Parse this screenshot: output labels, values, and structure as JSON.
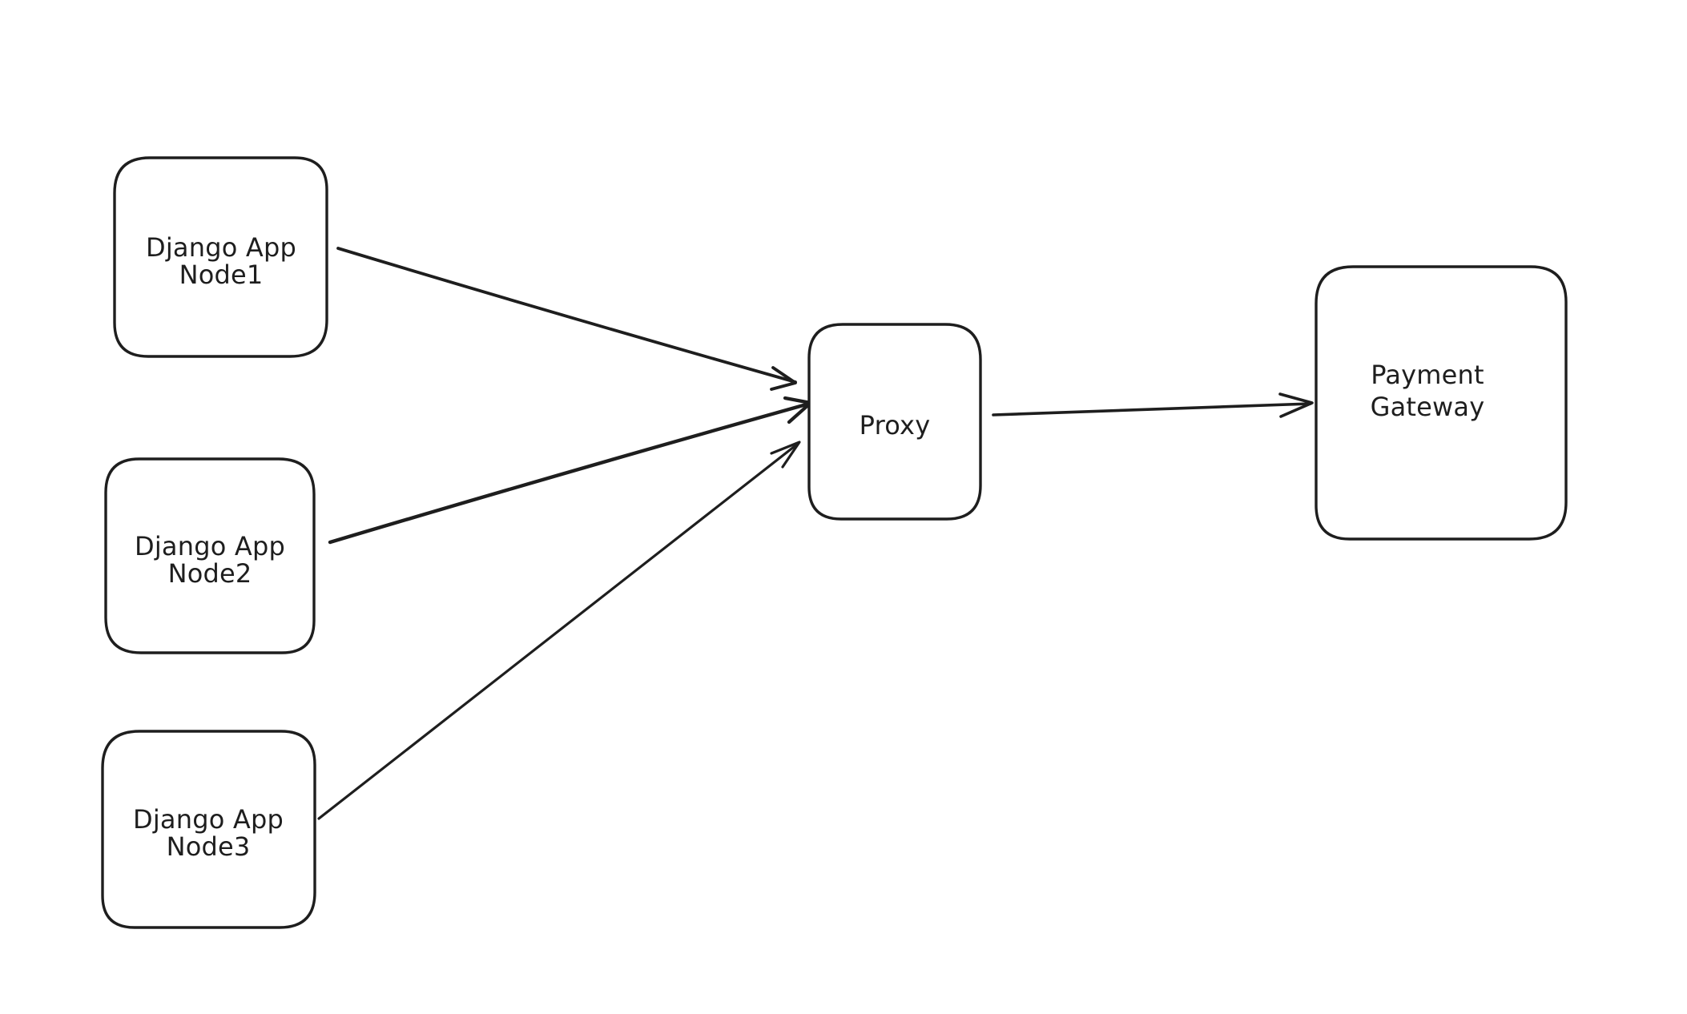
{
  "canvas": {
    "background": "#ffffff",
    "stroke_color": "#1e1e1e",
    "text_color": "#1e1e1e",
    "style": "hand-drawn-sketch"
  },
  "nodes": [
    {
      "id": "django-app-node1",
      "label_line1": "Django App",
      "label_line2": "Node1"
    },
    {
      "id": "django-app-node2",
      "label_line1": "Django App",
      "label_line2": "Node2"
    },
    {
      "id": "django-app-node3",
      "label_line1": "Django App",
      "label_line2": "Node3"
    },
    {
      "id": "proxy",
      "label_line1": "Proxy"
    },
    {
      "id": "payment-gateway",
      "label_line1": "Payment",
      "label_line2": "Gateway"
    }
  ],
  "edges": [
    {
      "from": "django-app-node1",
      "to": "proxy",
      "arrowhead": "open-arrow"
    },
    {
      "from": "django-app-node2",
      "to": "proxy",
      "arrowhead": "open-arrow"
    },
    {
      "from": "django-app-node3",
      "to": "proxy",
      "arrowhead": "open-arrow"
    },
    {
      "from": "proxy",
      "to": "payment-gateway",
      "arrowhead": "open-arrow"
    }
  ]
}
